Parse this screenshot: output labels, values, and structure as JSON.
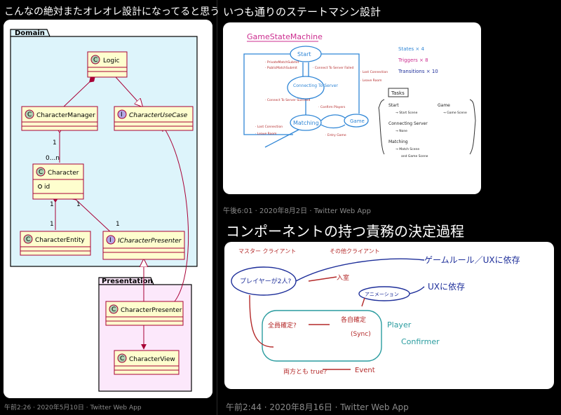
{
  "tweets": [
    {
      "title": "こんなの絶対またオレオレ設計になってると思う",
      "meta": "午前2:26 · 2020年5月10日 · Twitter Web App"
    },
    {
      "title": "いつも通りのステートマシン設計",
      "meta": "午後6:01 · 2020年8月2日 · Twitter Web App"
    },
    {
      "title": "コンポーネントの持つ責務の決定過程",
      "meta": "午前2:44 · 2020年8月16日 · Twitter Web App"
    }
  ],
  "uml": {
    "domain_label": "Domain",
    "presentation_label": "Presentation",
    "classes": {
      "logic": "Logic",
      "character_manager": "CharacterManager",
      "character_use_case": "CharacterUseCase",
      "character": "Character",
      "character_field": "id",
      "character_entity": "CharacterEntity",
      "character_presenter_if": "ICharacterPresenter",
      "character_presenter": "CharacterPresenter",
      "character_view": "CharacterView"
    },
    "stereotypes": {
      "class": "C",
      "interface": "I"
    },
    "multiplicities": {
      "m1": "1",
      "m0n": "0...n",
      "ma": "1",
      "mb": "1",
      "mc": "1",
      "md": "1"
    }
  },
  "state_machine": {
    "title": "GameStateMachine",
    "states": {
      "start": "Start",
      "connecting": "Connecting To Server",
      "matching": "Matching",
      "game": "Game"
    },
    "counts": {
      "states": "States × 4",
      "triggers": "Triggers × 8",
      "transitions": "Transitions × 10"
    },
    "tasks_label": "Tasks",
    "labels": {
      "a": "· PrivateMatchSubmit",
      "b": "· PublicMatchSubmit",
      "c": "· Connect To Server Failed",
      "d": "· Lost Connection",
      "e": "· Leave Room",
      "f": "· Connect To Server Succeed",
      "g": "· Confirm Players",
      "h": "· Lost Connection",
      "i": "· Leave Room",
      "j": "· Entry Game"
    },
    "tasks": {
      "start": "Start",
      "start_sub": "→ Start Scene",
      "connecting": "Connecting Server",
      "connecting_sub": "→ None",
      "matching": "Matching",
      "matching_sub": "→ Match Scene",
      "matching_sub2": "and Game Scene",
      "game": "Game",
      "game_sub": "→ Game Scene"
    }
  },
  "responsibility": {
    "master_client": "マスター クライアント",
    "other_client": "その他クライアント",
    "players_two": "プレイヤーが2人?",
    "enter_room": "入室",
    "animation": "アニメーション",
    "game_rule": "ゲームルール／UXに依存",
    "ux_depend": "UXに依存",
    "all_confirmed": "全員確定?",
    "each_confirm": "各自確定",
    "sync": "(Sync)",
    "player": "Player",
    "confirmer": "Confirmer",
    "both_true": "両方とも true?",
    "event": "Event"
  },
  "colors": {
    "accent_pink": "#cc2d8f",
    "blue": "#2f86d6",
    "red": "#b42a2a",
    "teal": "#2a9c9f",
    "navy": "#1e2f9a",
    "uml_class_fill": "#fefece",
    "uml_domain_fill": "#ddf4fb",
    "uml_presentation_fill": "#fce8fb",
    "uml_line": "#a80036"
  }
}
